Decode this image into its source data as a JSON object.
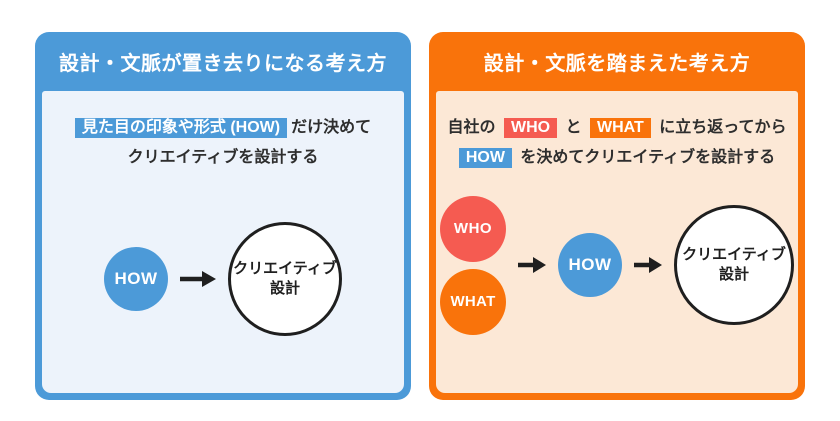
{
  "colors": {
    "blue_accent": "#4C9AD8",
    "blue_body_bg": "#EDF3FB",
    "orange_accent": "#F9730B",
    "orange_body_bg": "#FCE8D6",
    "coral_accent": "#F55B51",
    "text_dark": "#2E2E2E",
    "arrow_black": "#1F1F1F",
    "page_bg": "#FFFFFF"
  },
  "left_panel": {
    "title": "設計・文脈が置き去りになる考え方",
    "lead": {
      "highlight": "見た目の印象や形式 (HOW)",
      "after_highlight": "だけ決めて",
      "line2": "クリエイティブを設計する"
    },
    "flow": {
      "how_label": "HOW",
      "result_line1": "クリエイティブ",
      "result_line2": "設計"
    }
  },
  "right_panel": {
    "title": "設計・文脈を踏まえた考え方",
    "lead": {
      "prefix": "自社の",
      "who": "WHO",
      "conjunction": "と",
      "what": "WHAT",
      "suffix1": "に立ち返ってから",
      "how": "HOW",
      "suffix2": "を決めてクリエイティブを設計する"
    },
    "flow": {
      "who_label": "WHO",
      "what_label": "WHAT",
      "how_label": "HOW",
      "result_line1": "クリエイティブ",
      "result_line2": "設計"
    }
  }
}
